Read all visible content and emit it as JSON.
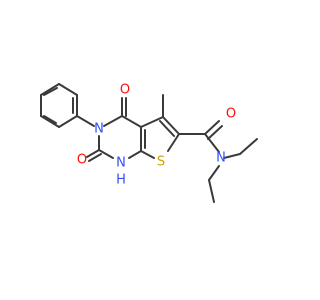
{
  "molecule": {
    "atoms": {
      "o_top": "O",
      "o_left": "O",
      "n_phenyl": "N",
      "nh": "N",
      "h": "H",
      "s": "S",
      "o_amide": "O",
      "n_amide": "N"
    },
    "colors": {
      "carbon_bond": "#3a3a3a",
      "oxygen": "#ff0d0d",
      "nitrogen": "#3050f8",
      "sulfur": "#c8a800",
      "background": "#ffffff"
    }
  }
}
